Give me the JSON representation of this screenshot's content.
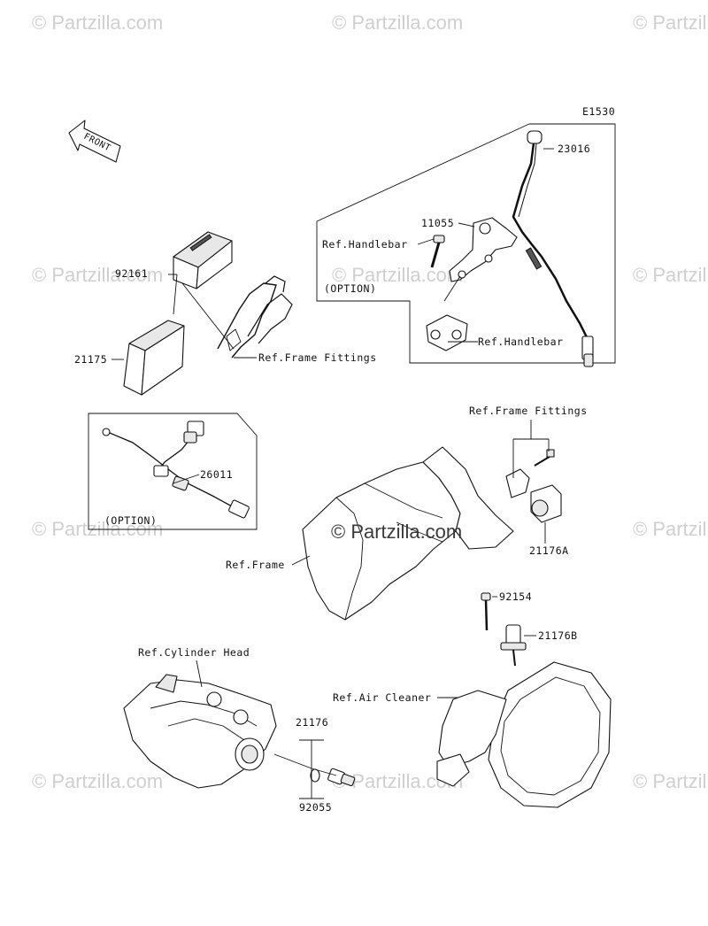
{
  "diagram": {
    "code": "E1530",
    "front_label": "FRONT",
    "watermark": "© Partzilla.com",
    "center_watermark": "© Partzilla.com",
    "callouts": {
      "p23016": "23016",
      "p11055": "11055",
      "ref_handlebar_top": "Ref.Handlebar",
      "option_top": "(OPTION)",
      "ref_handlebar_bottom": "Ref.Handlebar",
      "p92161": "92161",
      "p21175": "21175",
      "ref_frame_fittings_left": "Ref.Frame Fittings",
      "ref_frame_fittings_right": "Ref.Frame Fittings",
      "p26011": "26011",
      "option_left": "(OPTION)",
      "p21176A": "21176A",
      "ref_frame": "Ref.Frame",
      "p92154": "92154",
      "p21176B": "21176B",
      "ref_cylinder_head": "Ref.Cylinder Head",
      "ref_air_cleaner": "Ref.Air Cleaner",
      "p21176": "21176",
      "p92055": "92055"
    }
  }
}
